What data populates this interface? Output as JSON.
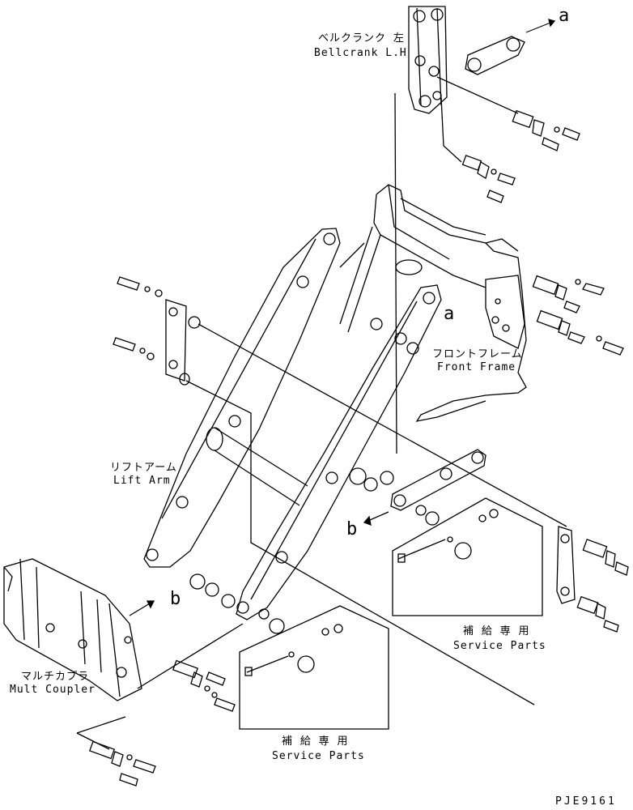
{
  "labels": {
    "bellcrank_jp": "ベルクランク 左",
    "bellcrank_en": "Bellcrank L.H",
    "front_frame_jp": "フロントフレーム",
    "front_frame_en": "Front Frame",
    "lift_arm_jp": "リフトアーム",
    "lift_arm_en": "Lift Arm",
    "mult_coupler_jp": "マルチカプラ",
    "mult_coupler_en": "Mult Coupler",
    "service_parts_right_jp": "補 給 専 用",
    "service_parts_right_en": "Service Parts",
    "service_parts_bottom_jp": "補 給 専 用",
    "service_parts_bottom_en": "Service Parts",
    "ref_a_top": "a",
    "ref_a_frame": "a",
    "ref_b_right": "b",
    "ref_b_left": "b",
    "drawing_number": "PJE9161"
  }
}
